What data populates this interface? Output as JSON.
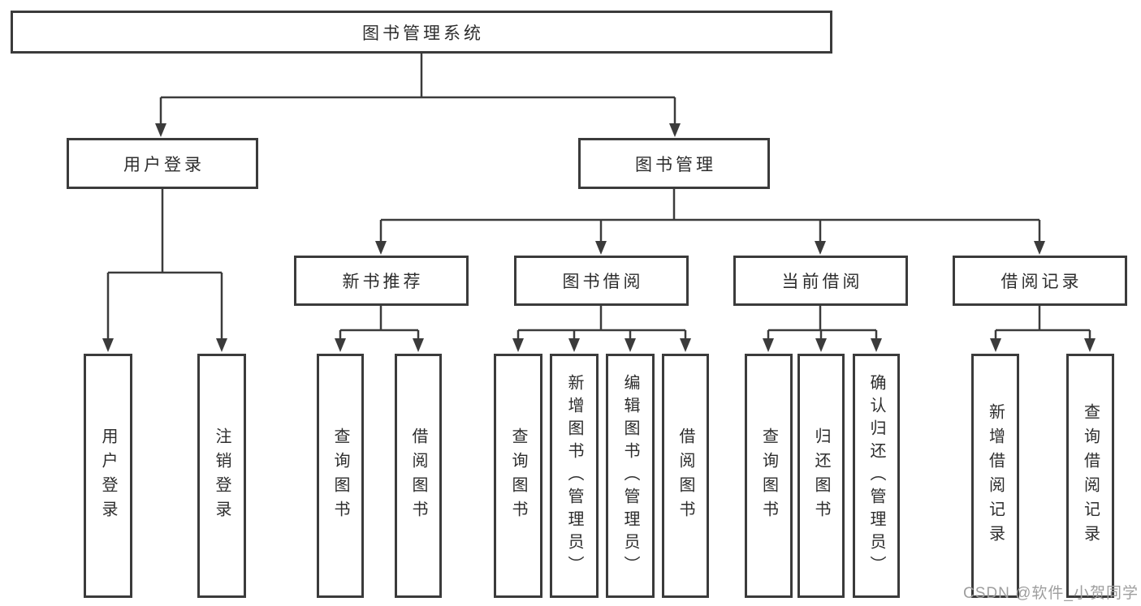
{
  "colors": {
    "line": "#3b3b3b",
    "box_border": "#3b3b3b",
    "text": "#2d2d2d",
    "watermark": "#9e9e9e",
    "background": "#ffffff"
  },
  "tree": {
    "label": "图书管理系统",
    "children": [
      {
        "label": "用户登录",
        "children": [
          {
            "label": "用户登录"
          },
          {
            "label": "注销登录"
          }
        ]
      },
      {
        "label": "图书管理",
        "children": [
          {
            "label": "新书推荐",
            "children": [
              {
                "label": "查询图书"
              },
              {
                "label": "借阅图书"
              }
            ]
          },
          {
            "label": "图书借阅",
            "children": [
              {
                "label": "查询图书"
              },
              {
                "label": "新增图书（管理员）"
              },
              {
                "label": "编辑图书（管理员）"
              },
              {
                "label": "借阅图书"
              }
            ]
          },
          {
            "label": "当前借阅",
            "children": [
              {
                "label": "查询图书"
              },
              {
                "label": "归还图书"
              },
              {
                "label": "确认归还（管理员）"
              }
            ]
          },
          {
            "label": "借阅记录",
            "children": [
              {
                "label": "新增借阅记录"
              },
              {
                "label": "查询借阅记录"
              }
            ]
          }
        ]
      }
    ]
  },
  "watermark": {
    "text": "CSDN @软件_小贺同学"
  }
}
